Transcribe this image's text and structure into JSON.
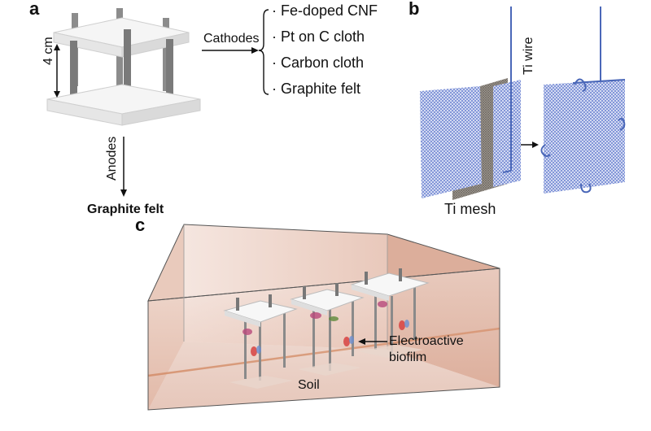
{
  "panels": {
    "a": "a",
    "b": "b",
    "c": "c"
  },
  "panel_a": {
    "dimension": "4 cm",
    "cathodes_label": "Cathodes",
    "cathode_items": [
      "· Fe-doped CNF",
      "· Pt on C cloth",
      "· Carbon cloth",
      "· Graphite felt"
    ],
    "anodes_label": "Anodes",
    "anode_material": "Graphite felt"
  },
  "panel_b": {
    "ti_wire": "Ti wire",
    "ti_mesh": "Ti mesh"
  },
  "panel_c": {
    "electroactive": "Electroactive",
    "biofilm": "biofilm",
    "soil": "Soil"
  },
  "colors": {
    "plate": "#f2f2f2",
    "rod": "#7a7a7a",
    "mesh": "#7b8fd6",
    "wire": "#4a67b8",
    "soil": "#c98e78"
  }
}
